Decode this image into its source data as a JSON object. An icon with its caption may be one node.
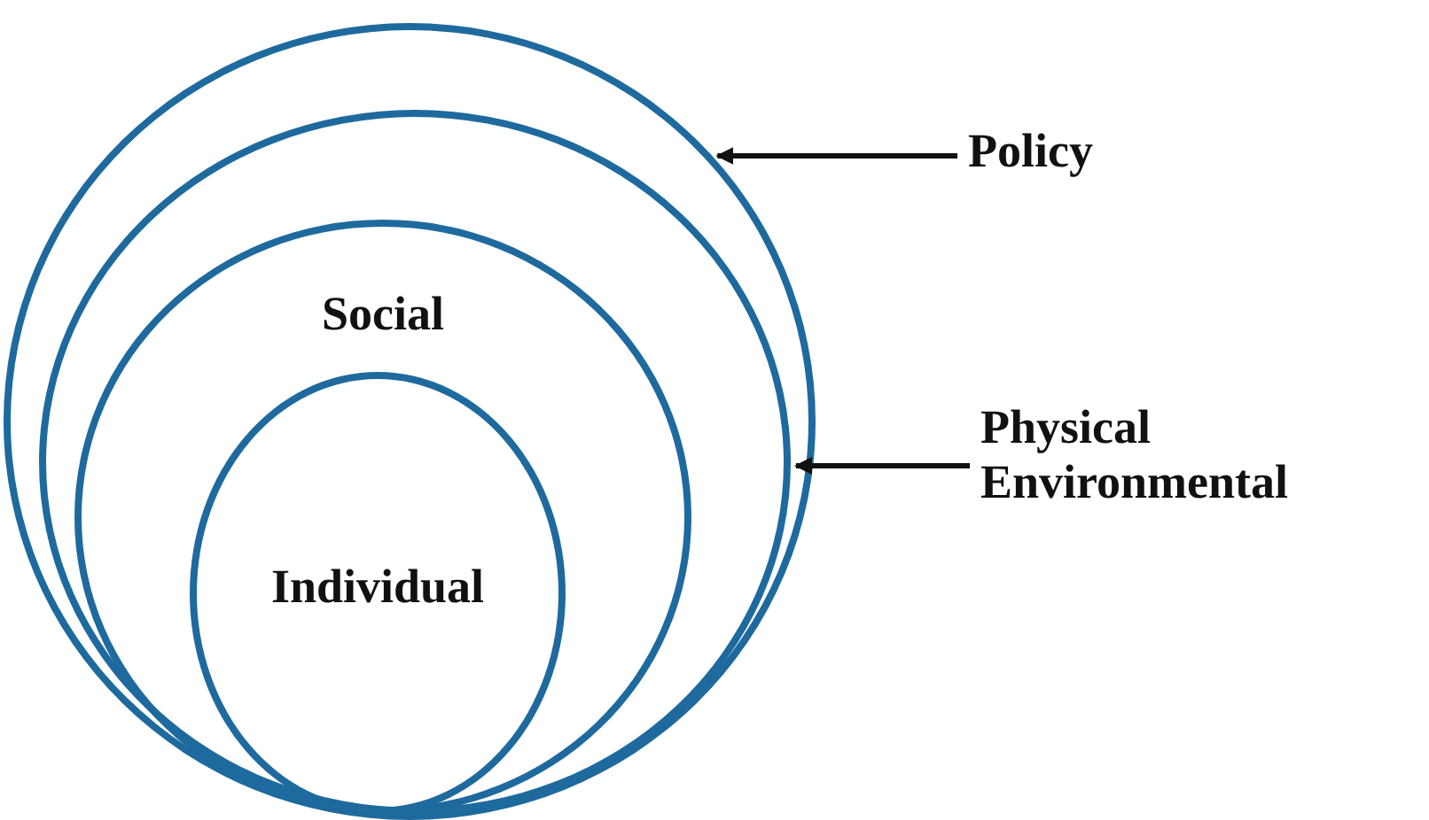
{
  "diagram": {
    "nodes": [
      {
        "text": [],
        "shape": "circle"
      },
      {
        "text": [],
        "shape": "circle",
        "in": 0
      },
      {
        "text": [
          "Social"
        ],
        "in": 1
      },
      {
        "text": [
          "Individual"
        ],
        "in": 2
      },
      {
        "text": [
          "Policy"
        ]
      },
      {
        "text": [
          "Physical Environmental"
        ]
      }
    ],
    "edges": [
      {
        "from": 4,
        "to": 0,
        "arrow": "to"
      },
      {
        "from": 5,
        "to": 1,
        "arrow": "to"
      }
    ]
  }
}
